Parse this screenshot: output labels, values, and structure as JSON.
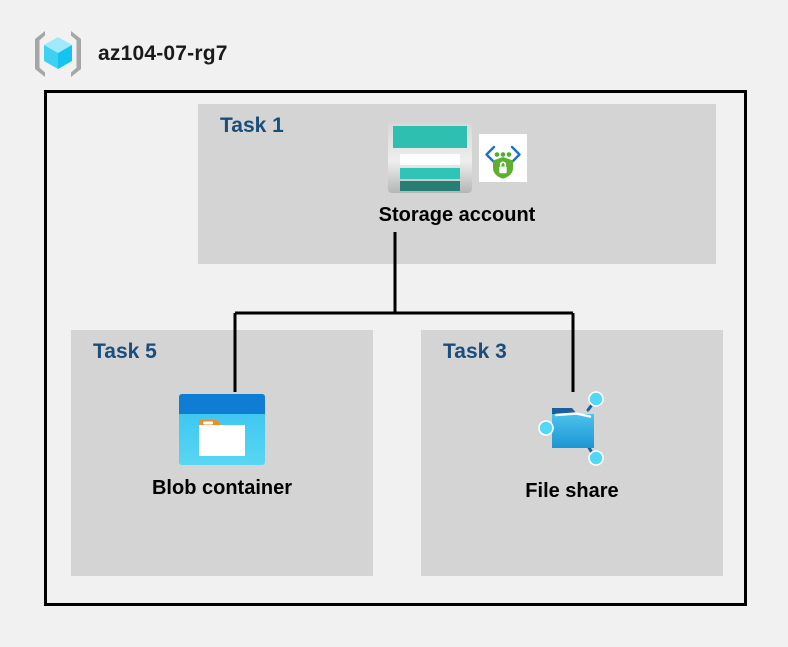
{
  "header": {
    "icon": "resource-group-cube-icon",
    "title": "az104-07-rg7"
  },
  "diagram": {
    "boundary_label": "resource-group-boundary",
    "line_color": "#000000",
    "panel_color": "#d4d4d4",
    "task_label_color": "#1a4d7c",
    "background_color": "#f1f1f1",
    "panels": [
      {
        "id": "task1",
        "label": "Task 1",
        "node_caption": "Storage account",
        "icons": [
          "storage-account-icon",
          "secure-endpoint-shield-icon"
        ]
      },
      {
        "id": "task5",
        "label": "Task 5",
        "node_caption": "Blob container",
        "icons": [
          "blob-container-icon"
        ]
      },
      {
        "id": "task3",
        "label": "Task 3",
        "node_caption": "File share",
        "icons": [
          "file-share-icon"
        ]
      }
    ],
    "connections": [
      {
        "from": "Storage account",
        "to": "Blob container"
      },
      {
        "from": "Storage account",
        "to": "File share"
      }
    ]
  }
}
